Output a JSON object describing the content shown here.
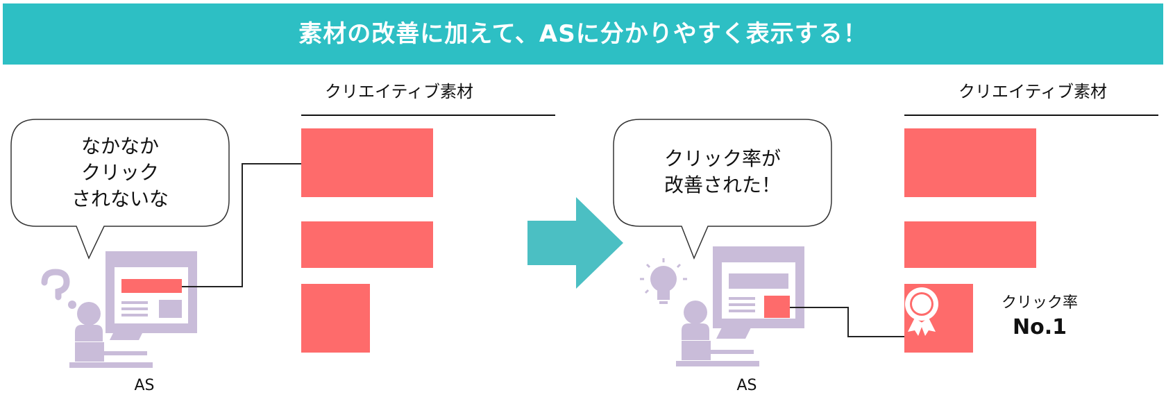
{
  "banner": {
    "title": "素材の改善に加えて、ASに分かりやすく表示する！"
  },
  "before": {
    "heading": "クリエイティブ素材",
    "bubble_lines": [
      "なかなか",
      "クリック",
      "されないな"
    ],
    "person_label": "AS"
  },
  "after": {
    "heading": "クリエイティブ素材",
    "bubble_lines": [
      "クリック率が",
      "改善された！"
    ],
    "person_label": "AS",
    "rank_label": "クリック率",
    "rank_value": "No.1"
  },
  "colors": {
    "banner": "#2dbfc4",
    "creative_bar": "#fe6b6b",
    "arrow": "#4bbfc3",
    "illustration": "#c9bcd9"
  },
  "icons": [
    "question-mark-icon",
    "lightbulb-icon",
    "award-ribbon-icon",
    "arrow-right-icon"
  ]
}
